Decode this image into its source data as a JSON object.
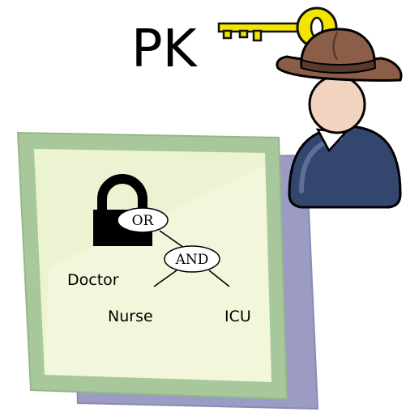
{
  "key_label": "PK",
  "policy_tree": {
    "root": "OR",
    "and_node": "AND",
    "leaves": {
      "doctor": "Doctor",
      "nurse": "Nurse",
      "icu": "ICU"
    }
  },
  "icons": {
    "key": "golden-key-icon",
    "user": "user-with-hat-icon",
    "lock": "padlock-icon",
    "document": "policy-document"
  },
  "colors": {
    "key_gold": "#f2e600",
    "key_outline": "#111111",
    "hat_brown": "#8b5e4a",
    "hat_band": "#5a3a2a",
    "face": "#f2d3c0",
    "shirt": "#33466e",
    "paper_back": "#9b9bc4",
    "paper_frame": "#a8c89c",
    "paper_inner": "#f2f7dc"
  }
}
